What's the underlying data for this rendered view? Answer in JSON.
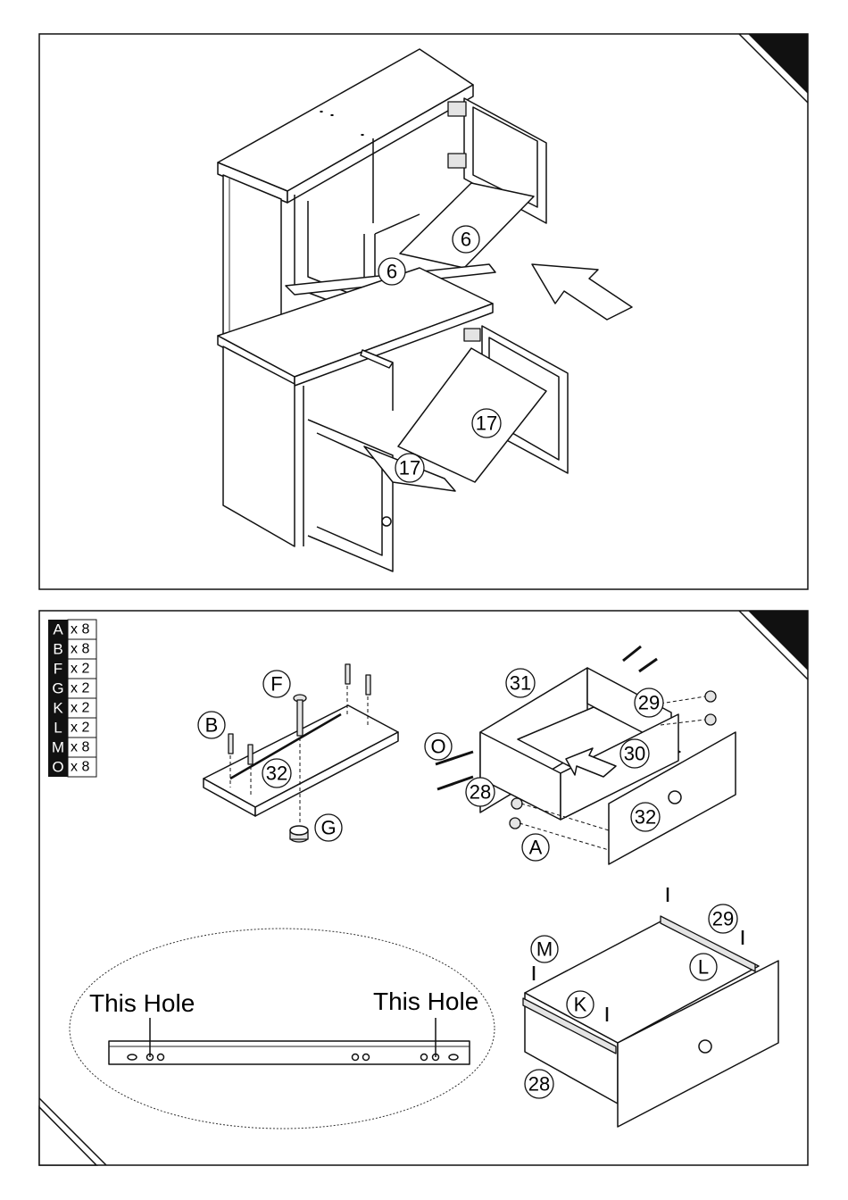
{
  "panel_top": {
    "callouts": [
      {
        "id": "door-upper-1",
        "text": "6"
      },
      {
        "id": "door-upper-2",
        "text": "6"
      },
      {
        "id": "door-lower-1",
        "text": "17"
      },
      {
        "id": "door-lower-2",
        "text": "17"
      }
    ]
  },
  "panel_bottom": {
    "parts_list": [
      {
        "letter": "A",
        "qty": "x 8"
      },
      {
        "letter": "B",
        "qty": "x 8"
      },
      {
        "letter": "F",
        "qty": "x 2"
      },
      {
        "letter": "G",
        "qty": "x 2"
      },
      {
        "letter": "K",
        "qty": "x 2"
      },
      {
        "letter": "L",
        "qty": "x 2"
      },
      {
        "letter": "M",
        "qty": "x 8"
      },
      {
        "letter": "O",
        "qty": "x 8"
      }
    ],
    "callouts": {
      "f": "F",
      "b": "B",
      "g": "G",
      "panel_32a": "32",
      "o": "O",
      "p31": "31",
      "p29a": "29",
      "p30": "30",
      "p28a": "28",
      "a": "A",
      "panel_32b": "32",
      "m": "M",
      "p29b": "29",
      "l": "L",
      "k": "K",
      "p28b": "28"
    },
    "note_left": "This Hole",
    "note_right": "This Hole"
  }
}
